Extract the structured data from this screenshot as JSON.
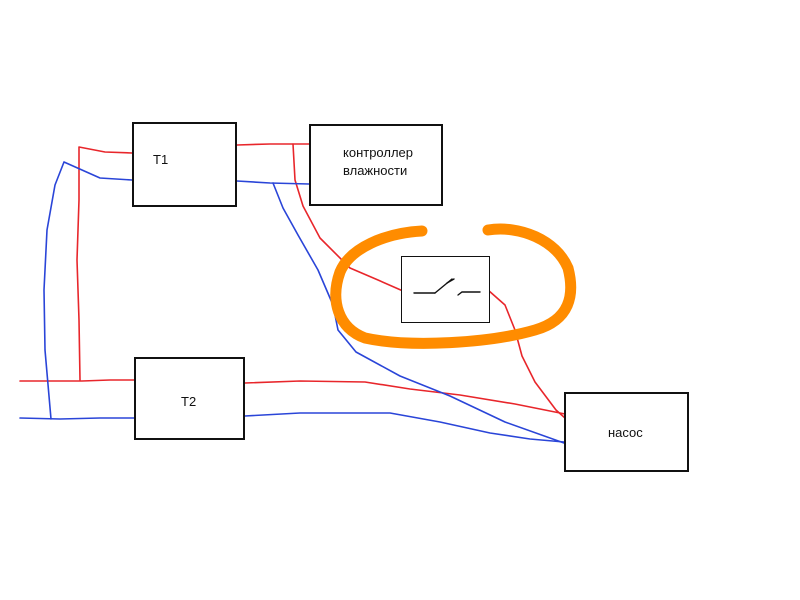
{
  "diagram": {
    "colors": {
      "phase_wire": "#e8262b",
      "neutral_wire": "#2a45d8",
      "highlight": "#ff8c00",
      "box_border": "#111111"
    },
    "nodes": {
      "t1": {
        "label": "T1"
      },
      "controller": {
        "line1": "контроллер",
        "line2": "влажности"
      },
      "t2": {
        "label": "T2"
      },
      "pump": {
        "label": "насос"
      },
      "switch": {
        "icon": "switch-contact-icon"
      }
    }
  }
}
